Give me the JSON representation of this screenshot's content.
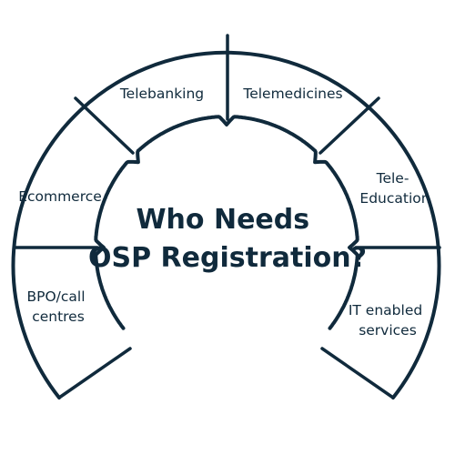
{
  "diagram": {
    "center": {
      "line1": "Who Needs",
      "line2": "OSP Registration?"
    },
    "segments": [
      {
        "name": "segment-bpo-call-centres",
        "lines": [
          "BPO/call",
          "centres"
        ]
      },
      {
        "name": "segment-ecommerce",
        "lines": [
          "Ecommerce"
        ]
      },
      {
        "name": "segment-telebanking",
        "lines": [
          "Telebanking"
        ]
      },
      {
        "name": "segment-telemedicines",
        "lines": [
          "Telemedicines"
        ]
      },
      {
        "name": "segment-tele-education",
        "lines": [
          "Tele-",
          "Education"
        ]
      },
      {
        "name": "segment-it-enabled-services",
        "lines": [
          "IT enabled",
          "services"
        ]
      }
    ],
    "colors": {
      "stroke": "#102a3c",
      "text": "#102a3c",
      "background": "#ffffff"
    }
  }
}
